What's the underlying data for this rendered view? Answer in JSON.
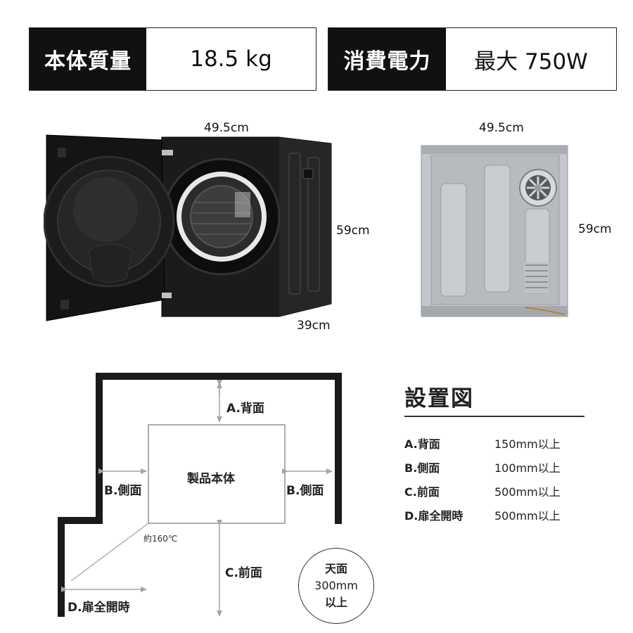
{
  "specs": {
    "weight_label": "本体質量",
    "weight_value": "18.5 kg",
    "power_label": "消費電力",
    "power_value": "最大 750W"
  },
  "dimensions": {
    "front_width": "49.5cm",
    "front_height": "59cm",
    "front_depth": "39cm",
    "back_width": "49.5cm",
    "back_height": "59cm"
  },
  "diagram": {
    "back_label": "A.背面",
    "product_label": "製品本体",
    "side_left_label": "B.側面",
    "side_right_label": "B.側面",
    "angle_label": "約160℃",
    "front_label": "C.前面",
    "door_label": "D.扉全開時",
    "top_line1": "天面",
    "top_line2": "300mm",
    "top_line3": "以上"
  },
  "legend": {
    "title": "設置図",
    "rows": [
      {
        "key": "A.背面",
        "value": "150mm以上"
      },
      {
        "key": "B.側面",
        "value": "100mm以上"
      },
      {
        "key": "C.前面",
        "value": "500mm以上"
      },
      {
        "key": "D.扉全開時",
        "value": "500mm以上"
      }
    ]
  },
  "colors": {
    "dark": "#111111",
    "wall": "#1a1a1a",
    "arrow": "#9aa7b8",
    "steel": "#b9bcc0"
  }
}
